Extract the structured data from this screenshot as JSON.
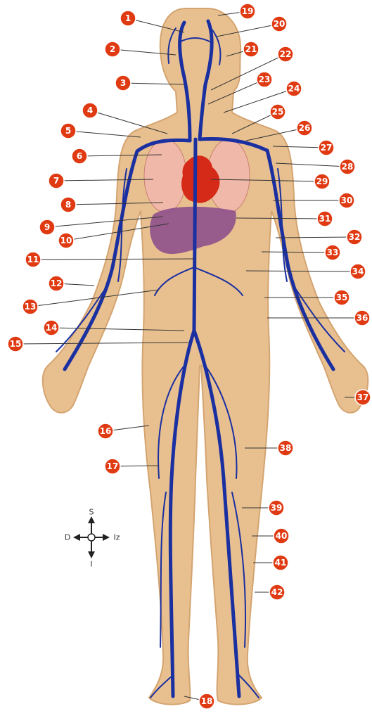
{
  "colors": {
    "skin": "#e8c090",
    "skin_shade": "#d4a470",
    "vein": "#1a2fa0",
    "heart": "#d62a18",
    "lung": "#f0b8a8",
    "liver": "#8a4a8c",
    "marker": "#e03a12"
  },
  "markers": [
    "1",
    "2",
    "3",
    "4",
    "5",
    "6",
    "7",
    "8",
    "9",
    "10",
    "11",
    "12",
    "13",
    "14",
    "15",
    "16",
    "17",
    "18",
    "19",
    "20",
    "21",
    "22",
    "23",
    "24",
    "25",
    "26",
    "27",
    "28",
    "29",
    "30",
    "31",
    "32",
    "33",
    "34",
    "35",
    "36",
    "37",
    "38",
    "39",
    "40",
    "41",
    "42"
  ],
  "compass": {
    "top": "S",
    "bottom": "I",
    "left": "D",
    "right": "Iz"
  }
}
